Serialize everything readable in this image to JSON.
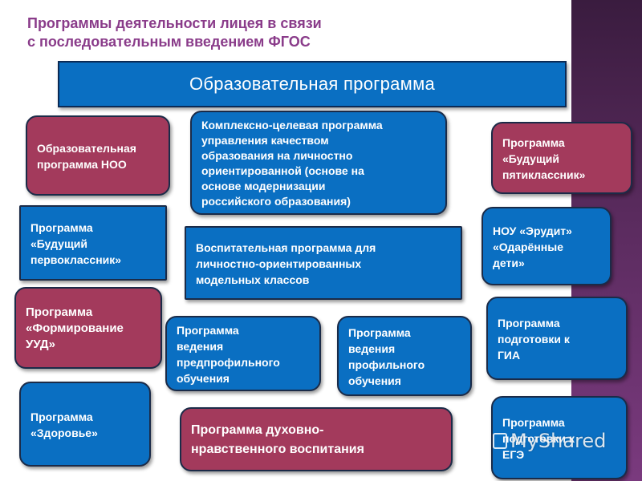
{
  "title": {
    "line1": "Программы деятельности  лицея в связи",
    "line2": "с последовательным введением ФГОС"
  },
  "header": "Образовательная программа",
  "boxes": {
    "noo": [
      "Образовательная",
      "программа НОО"
    ],
    "complex": [
      "Комплексно-целевая программа",
      "управления качеством",
      "образования на личностно",
      "ориентированной (основе на",
      "основе модернизации",
      "российского образования)"
    ],
    "fifth": [
      "Программа",
      "«Будущий",
      "пятиклассник»"
    ],
    "first": [
      "Программа",
      "«Будущий",
      "первоклассник»"
    ],
    "vosp": [
      "Воспитательная программа  для",
      "личностно-ориентированных",
      "модельных классов"
    ],
    "erudit": [
      "НОУ «Эрудит»",
      "«Одарённые",
      "дети»"
    ],
    "uud": [
      "Программа",
      "«Формирование",
      "УУД»"
    ],
    "preprof": [
      "Программа",
      "ведения",
      "предпрофильного",
      "обучения"
    ],
    "prof": [
      "Программа",
      "ведения",
      "профильного",
      "обучения"
    ],
    "gia": [
      "Программа",
      "подготовки к",
      "ГИА"
    ],
    "health": [
      "Программа",
      "«Здоровье»"
    ],
    "spirit": [
      "Программа духовно-",
      "нравственного воспитания"
    ],
    "ege": [
      "Программа",
      "подготовки к",
      "ЕГЭ"
    ]
  },
  "watermark": "MyShared",
  "colors": {
    "blue": "#0a6fc2",
    "crimson": "#a33a5c",
    "title": "#8a3c8a",
    "band": "#5a2b5e"
  }
}
